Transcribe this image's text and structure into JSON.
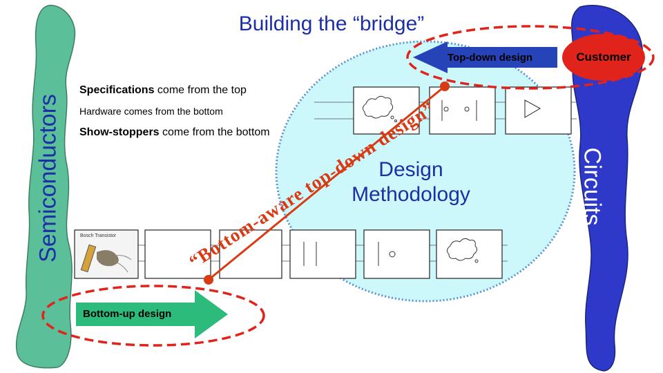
{
  "slide": {
    "title": "Building the “bridge”",
    "left_column_label": "Semiconductors",
    "right_column_label": "Circuits",
    "center_label": "Design Methodology",
    "diagonal_text": "“Bottom-aware top-down design”",
    "photo_caption": "Bosch Transistor",
    "top_arrow_label": "Top-down design",
    "bottom_arrow_label": "Bottom-up design",
    "customer_label": "Customer",
    "notes": {
      "spec_bold": "Specifications",
      "spec_rest": " come from the top",
      "hardware": "Hardware comes from the bottom",
      "show_bold": "Show-stoppers",
      "show_rest": " come from the bottom"
    }
  },
  "colors": {
    "title_blue": "#1c2fa6",
    "semiconductor_green": "#5bbf9a",
    "circuits_blue": "#2f39c9",
    "methodology_fill": "#ccf7fb",
    "arrow_blue": "#2743b8",
    "arrow_green": "#2dbb7c",
    "customer_red": "#e0241b",
    "bridge_line": "#d93a14"
  }
}
